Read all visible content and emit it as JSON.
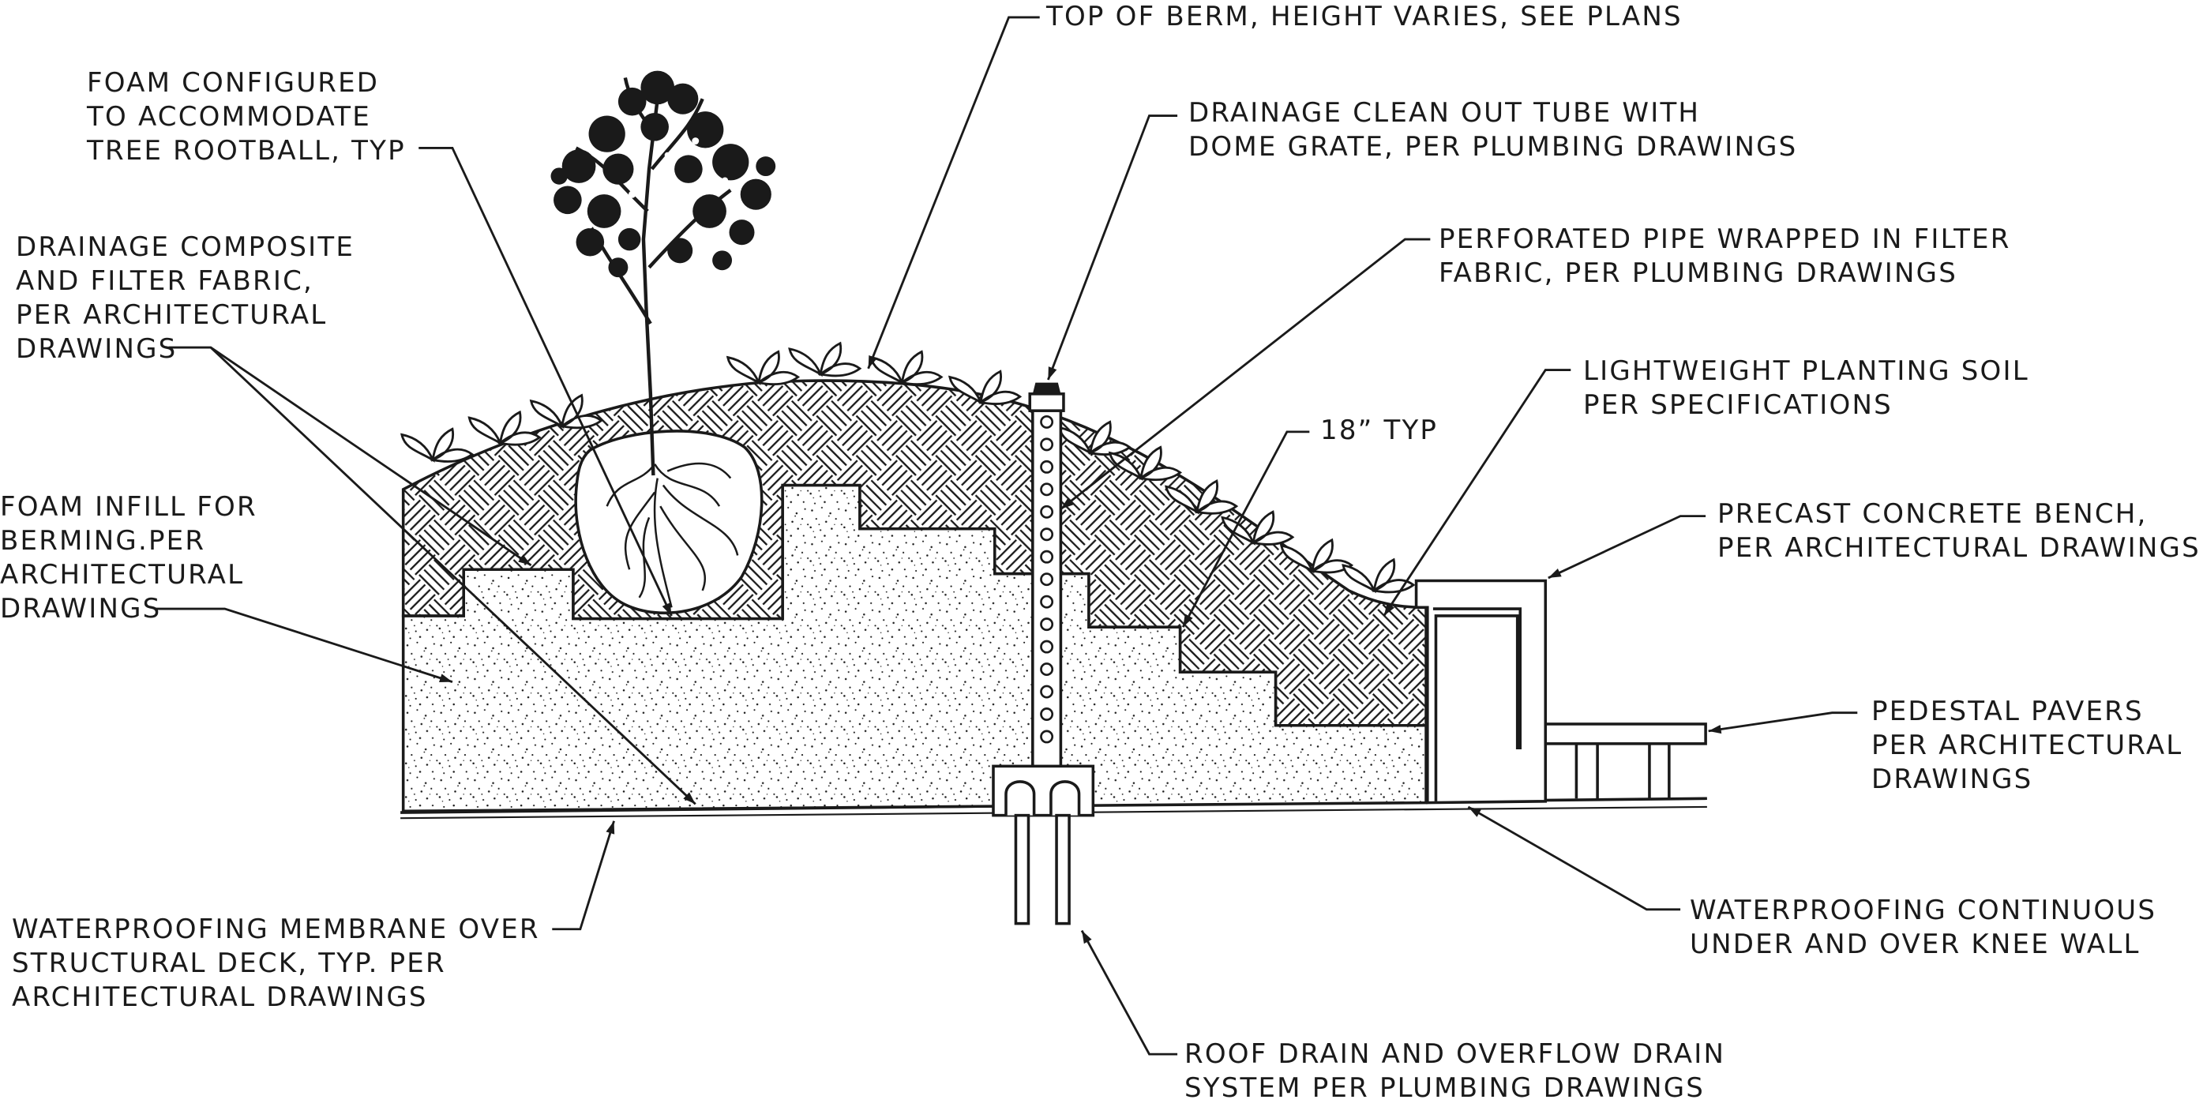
{
  "labels": {
    "foam_rootball": [
      "FOAM CONFIGURED",
      "TO ACCOMMODATE",
      "TREE ROOTBALL, TYP"
    ],
    "drainage_composite": [
      "DRAINAGE COMPOSITE",
      "AND FILTER FABRIC,",
      "PER ARCHITECTURAL",
      "DRAWINGS"
    ],
    "foam_infill": [
      "FOAM INFILL FOR",
      "BERMING.PER",
      "ARCHITECTURAL",
      "DRAWINGS"
    ],
    "waterproofing_membrane": [
      "WATERPROOFING MEMBRANE OVER",
      "STRUCTURAL DECK, TYP. PER",
      "ARCHITECTURAL DRAWINGS"
    ],
    "top_of_berm": [
      "TOP OF BERM, HEIGHT VARIES, SEE PLANS"
    ],
    "cleanout_tube": [
      "DRAINAGE CLEAN OUT TUBE WITH",
      "DOME GRATE, PER PLUMBING DRAWINGS"
    ],
    "perforated_pipe": [
      "PERFORATED PIPE WRAPPED IN FILTER",
      "FABRIC, PER PLUMBING DRAWINGS"
    ],
    "planting_soil": [
      "LIGHTWEIGHT PLANTING SOIL",
      "PER SPECIFICATIONS"
    ],
    "dimension": [
      "18” TYP"
    ],
    "bench": [
      "PRECAST CONCRETE BENCH,",
      "PER ARCHITECTURAL DRAWINGS"
    ],
    "pavers": [
      "PEDESTAL PAVERS",
      "PER ARCHITECTURAL",
      "DRAWINGS"
    ],
    "waterproofing_knee_wall": [
      "WATERPROOFING CONTINUOUS",
      "UNDER AND OVER KNEE WALL"
    ],
    "roof_drain": [
      "ROOF DRAIN AND OVERFLOW DRAIN",
      "SYSTEM PER PLUMBING DRAWINGS"
    ]
  },
  "colors": {
    "ink": "#1a1a1a",
    "paper": "#ffffff"
  }
}
